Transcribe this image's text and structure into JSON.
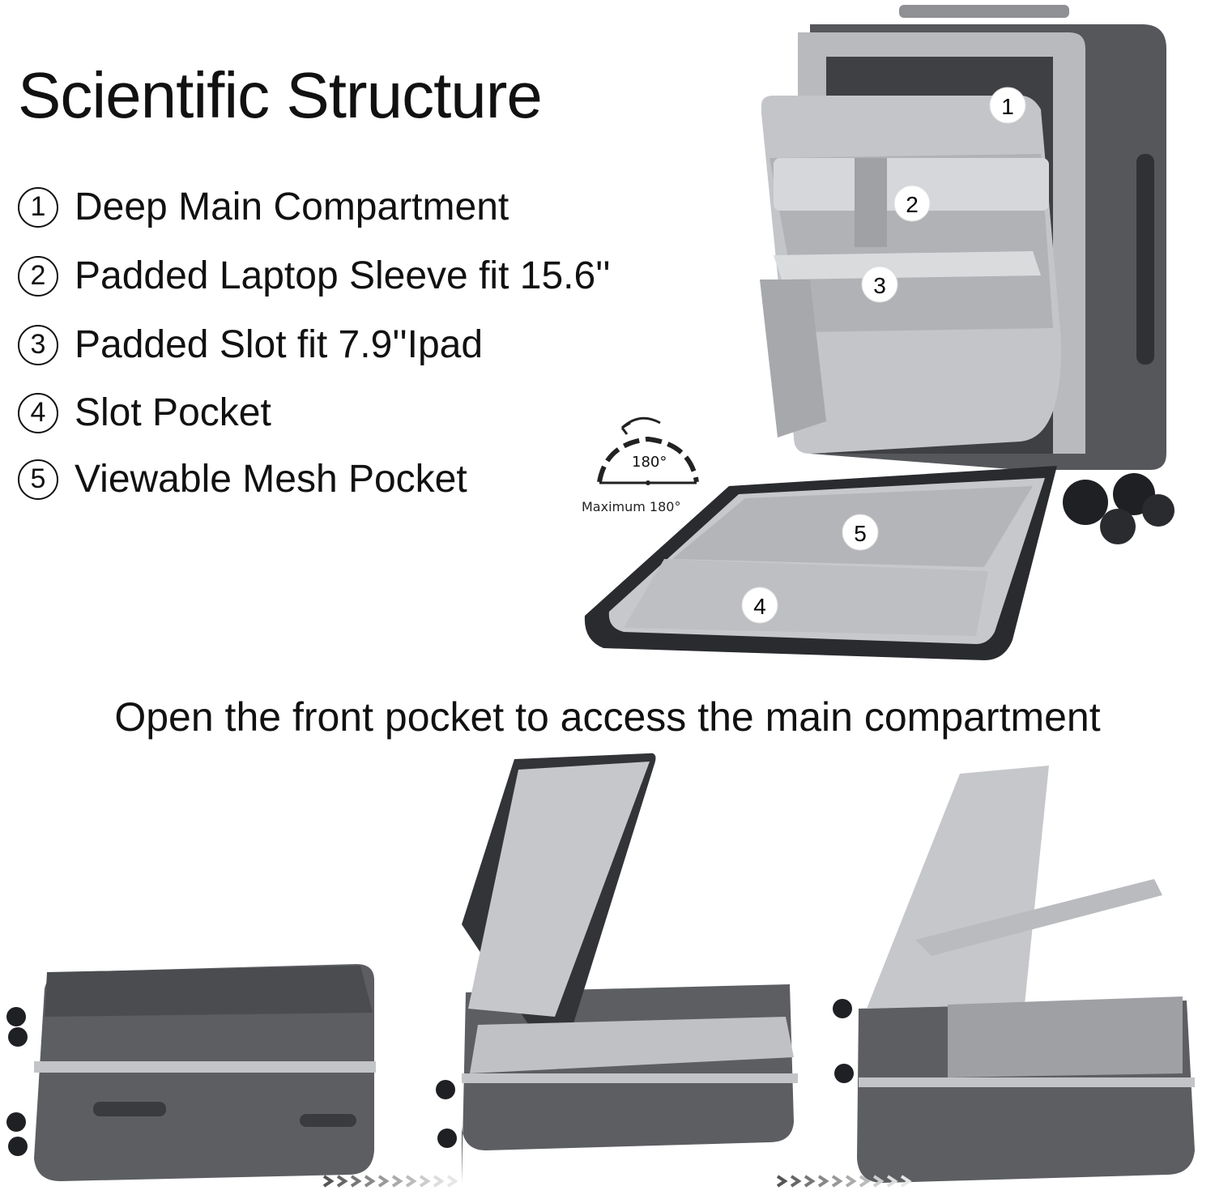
{
  "title": "Scientific Structure",
  "features": [
    {
      "num": "1",
      "label": "Deep Main Compartment"
    },
    {
      "num": "2",
      "label": "Padded Laptop Sleeve fit 15.6''"
    },
    {
      "num": "3",
      "label": "Padded Slot fit 7.9''Ipad"
    },
    {
      "num": "4",
      "label": "Slot Pocket"
    },
    {
      "num": "5",
      "label": "Viewable Mesh Pocket"
    }
  ],
  "rotation": {
    "degrees": "180°",
    "caption": "Maximum 180°"
  },
  "callouts": [
    "1",
    "2",
    "3",
    "4",
    "5"
  ],
  "subtitle": "Open the front pocket to access the main compartment",
  "colors": {
    "shell": "#5a5c60",
    "shell_dark": "#3d3f43",
    "lining": "#c9cacd",
    "frame": "#bfc1c4",
    "text": "#111111"
  }
}
